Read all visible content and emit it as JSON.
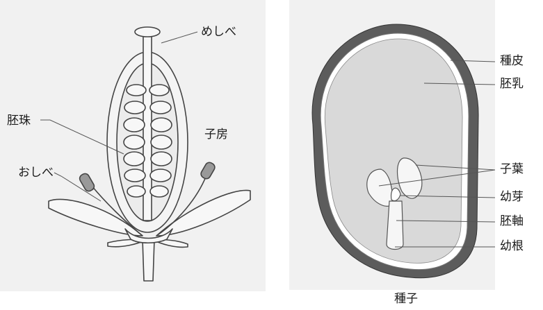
{
  "flower": {
    "labels": {
      "pistil": "めしべ",
      "ovule": "胚珠",
      "ovary": "子房",
      "stamen": "おしべ"
    }
  },
  "seed": {
    "title": "種子",
    "labels": {
      "seed_coat": "種皮",
      "endosperm": "胚乳",
      "cotyledon": "子葉",
      "plumule": "幼芽",
      "hypocotyl": "胚軸",
      "radicle": "幼根"
    }
  },
  "colors": {
    "panel_background": "#f1f1f1",
    "outline": "#444444",
    "seed_coat": "#5c5c5c",
    "endosperm": "#d9d9d9",
    "embryo": "#f6f6f6"
  }
}
